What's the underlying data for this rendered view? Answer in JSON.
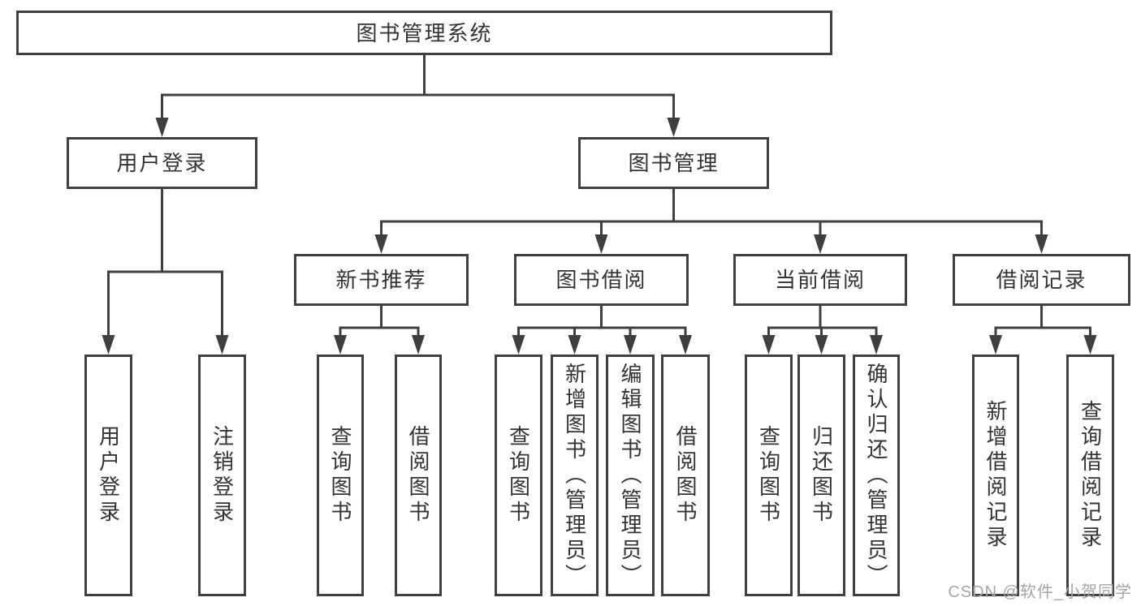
{
  "colors": {
    "line": "#3f3f3f",
    "text": "#333333",
    "box-bg": "#ffffff",
    "page-bg": "#ffffff",
    "watermark": "#a6a6a6"
  },
  "root": {
    "label": "图书管理系统"
  },
  "level2": [
    {
      "label": "用户登录"
    },
    {
      "label": "图书管理"
    }
  ],
  "level3": [
    {
      "label": "新书推荐"
    },
    {
      "label": "图书借阅"
    },
    {
      "label": "当前借阅"
    },
    {
      "label": "借阅记录"
    }
  ],
  "leaves": [
    {
      "label": "用户登录"
    },
    {
      "label": "注销登录"
    },
    {
      "label": "查询图书"
    },
    {
      "label": "借阅图书"
    },
    {
      "label": "查询图书"
    },
    {
      "label": "新增图书（管理员）"
    },
    {
      "label": "编辑图书（管理员）"
    },
    {
      "label": "借阅图书"
    },
    {
      "label": "查询图书"
    },
    {
      "label": "归还图书"
    },
    {
      "label": "确认归还（管理员）"
    },
    {
      "label": "新增借阅记录"
    },
    {
      "label": "查询借阅记录"
    }
  ],
  "watermark": "CSDN @软件_小贺同学"
}
